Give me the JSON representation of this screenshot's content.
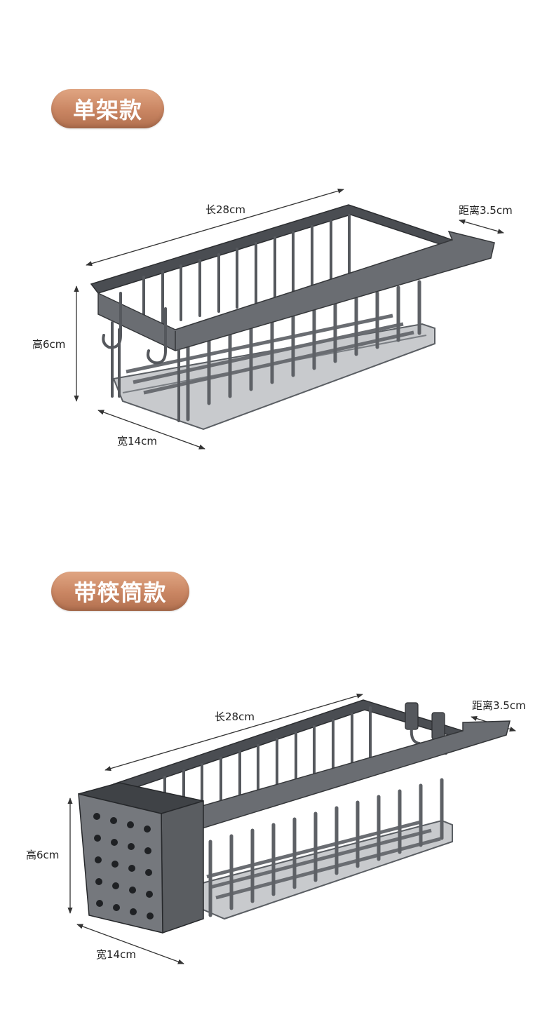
{
  "single": {
    "title": "单架款",
    "length": "长28cm",
    "distance": "距离3.5cm",
    "height": "高6cm",
    "width": "宽14cm"
  },
  "with_holder": {
    "title": "带筷筒款",
    "length": "长28cm",
    "distance": "距离3.5cm",
    "height": "高6cm",
    "width": "宽14cm"
  }
}
